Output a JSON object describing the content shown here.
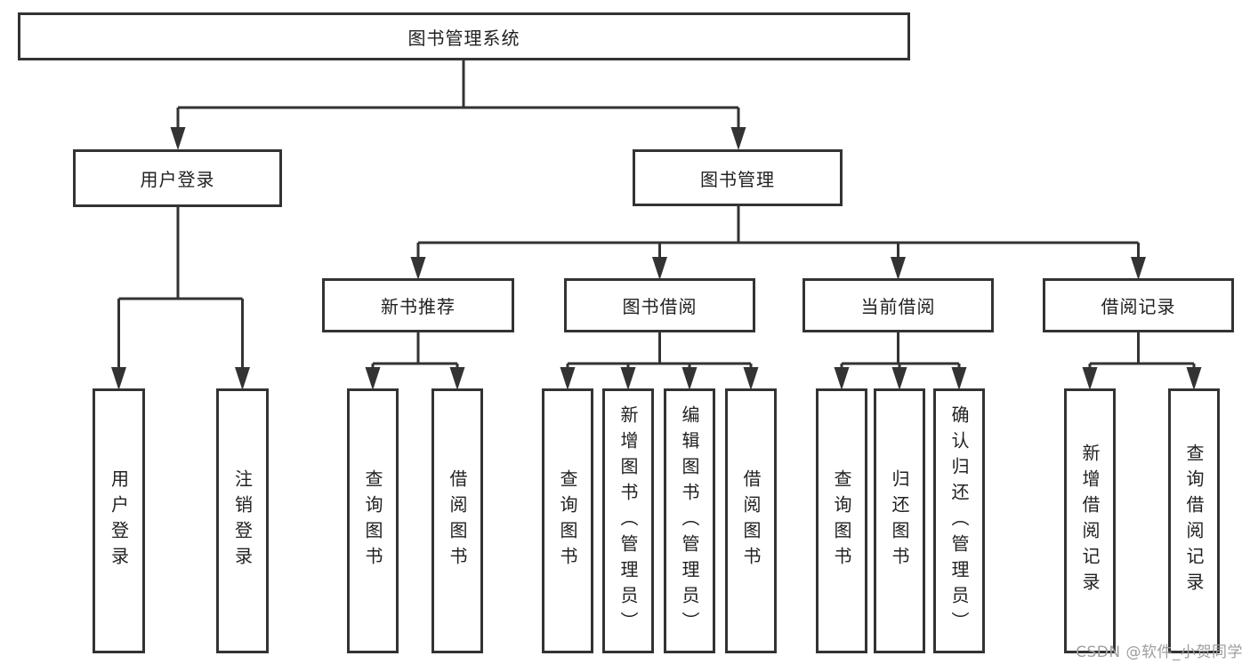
{
  "diagram": {
    "root": {
      "label": "图书管理系统"
    },
    "level2": [
      {
        "id": "user-login",
        "label": "用户登录"
      },
      {
        "id": "book-management",
        "label": "图书管理"
      }
    ],
    "level3": [
      {
        "id": "new-book-recommendation",
        "label": "新书推荐"
      },
      {
        "id": "book-borrowing",
        "label": "图书借阅"
      },
      {
        "id": "current-borrowing",
        "label": "当前借阅"
      },
      {
        "id": "borrowing-records",
        "label": "借阅记录"
      }
    ],
    "leaves": [
      {
        "id": "user-login-leaf",
        "label": "用户登录",
        "parent": "用户登录"
      },
      {
        "id": "logout",
        "label": "注销登录",
        "parent": "用户登录"
      },
      {
        "id": "query-books-recommend",
        "label": "查询图书",
        "parent": "新书推荐"
      },
      {
        "id": "borrow-books-recommend",
        "label": "借阅图书",
        "parent": "新书推荐"
      },
      {
        "id": "query-books-borrow",
        "label": "查询图书",
        "parent": "图书借阅"
      },
      {
        "id": "add-book-admin",
        "label": "新增图书（管理员）",
        "parent": "图书借阅"
      },
      {
        "id": "edit-book-admin",
        "label": "编辑图书（管理员）",
        "parent": "图书借阅"
      },
      {
        "id": "borrow-books",
        "label": "借阅图书",
        "parent": "图书借阅"
      },
      {
        "id": "query-books-current",
        "label": "查询图书",
        "parent": "当前借阅"
      },
      {
        "id": "return-books",
        "label": "归还图书",
        "parent": "当前借阅"
      },
      {
        "id": "confirm-return-admin",
        "label": "确认归还（管理员）",
        "parent": "当前借阅"
      },
      {
        "id": "add-borrow-record",
        "label": "新增借阅记录",
        "parent": "借阅记录"
      },
      {
        "id": "query-borrow-record",
        "label": "查询借阅记录",
        "parent": "借阅记录"
      }
    ]
  },
  "watermark": {
    "text": "CSDN @软件_小贺同学",
    "color": "#9e9e9e"
  },
  "colors": {
    "line": "#333333",
    "border": "#333333",
    "text": "#212121",
    "background": "#ffffff"
  }
}
